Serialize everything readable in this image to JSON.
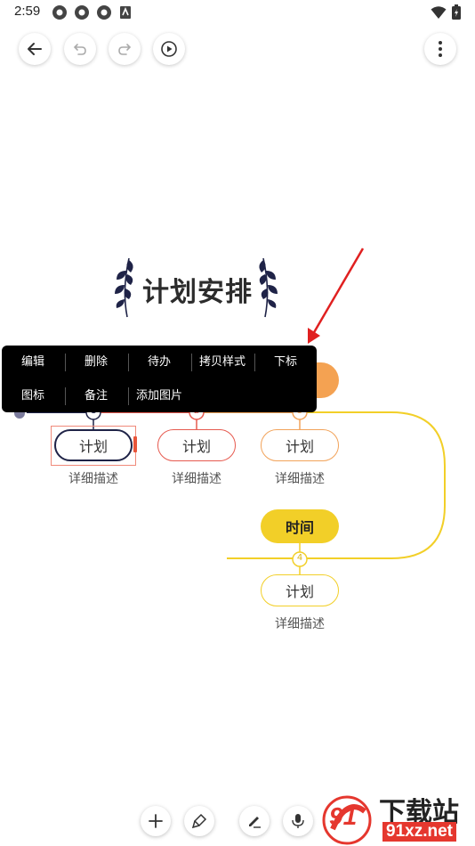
{
  "status": {
    "time": "2:59"
  },
  "toolbar": {
    "back_icon": "arrow-left-icon",
    "undo_icon": "undo-icon",
    "redo_icon": "redo-icon",
    "play_icon": "play-icon",
    "more_icon": "more-vertical-icon"
  },
  "mindmap": {
    "title": "计划安排",
    "nodes": [
      {
        "label": "计划",
        "desc": "详细描述",
        "number": "1",
        "color": "#1f2347"
      },
      {
        "label": "计划",
        "desc": "详细描述",
        "number": "2",
        "color": "#e65a4f"
      },
      {
        "label": "计划",
        "desc": "详细描述",
        "number": "3",
        "color": "#f2a35a"
      },
      {
        "label": "计划",
        "desc": "详细描述",
        "number": "4",
        "color": "#f2cf28"
      }
    ],
    "time_label": "时间",
    "accent_orange": "#f4a252",
    "accent_yellow": "#f2cf28"
  },
  "context_menu": {
    "row1": [
      "编辑",
      "删除",
      "待办",
      "拷贝样式",
      "下标"
    ],
    "row2": [
      "图标",
      "备注",
      "添加图片"
    ]
  },
  "bottom_bar": {
    "icons": [
      "plus-icon",
      "paint-brush-icon",
      "pen-icon",
      "microphone-icon"
    ]
  },
  "watermark": {
    "text_top": "下载站",
    "text_bottom": "91xz.net",
    "logo": "91"
  }
}
